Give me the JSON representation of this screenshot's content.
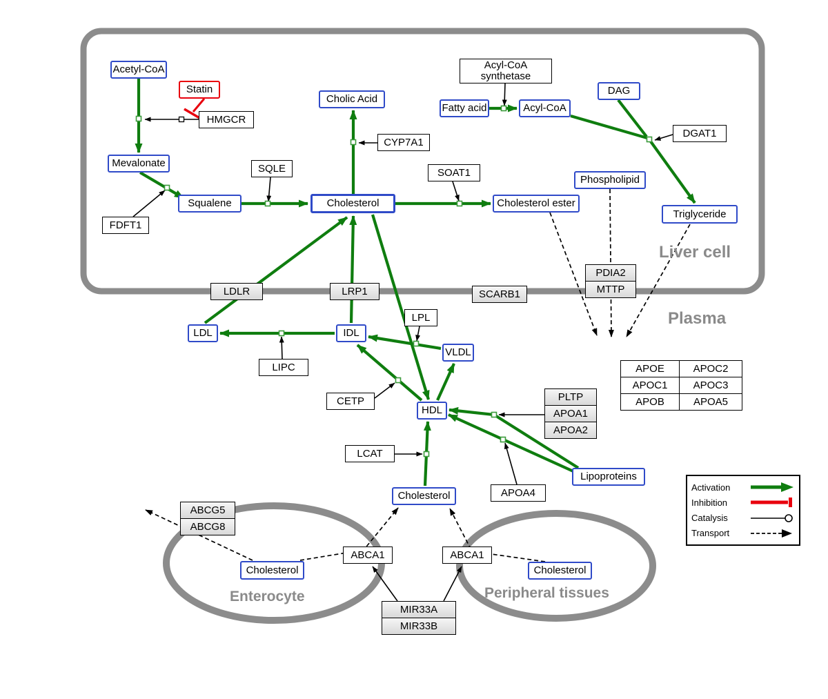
{
  "compartments": {
    "liver": "Liver cell",
    "plasma": "Plasma",
    "enterocyte": "Enterocyte",
    "peripheral": "Peripheral tissues"
  },
  "metabolites": {
    "acetyl_coa": "Acetyl-CoA",
    "mevalonate": "Mevalonate",
    "squalene": "Squalene",
    "cholesterol_liver": "Cholesterol",
    "cholic_acid": "Cholic Acid",
    "fatty_acid": "Fatty acid",
    "acyl_coa": "Acyl-CoA",
    "dag": "DAG",
    "phospholipid": "Phospholipid",
    "cholesterol_ester": "Cholesterol ester",
    "triglyceride": "Triglyceride",
    "ldl": "LDL",
    "idl": "IDL",
    "vldl": "VLDL",
    "hdl": "HDL",
    "cholesterol_plasma": "Cholesterol",
    "lipoproteins": "Lipoproteins",
    "cholesterol_enterocyte": "Cholesterol",
    "cholesterol_peripheral": "Cholesterol"
  },
  "drug": {
    "statin": "Statin"
  },
  "enzymes": {
    "hmgcr": "HMGCR",
    "fdft1": "FDFT1",
    "sqle": "SQLE",
    "cyp7a1": "CYP7A1",
    "soat1": "SOAT1",
    "acyl_coa_synthetase": "Acyl-CoA synthetase",
    "dgat1": "DGAT1",
    "pdia2": "PDIA2",
    "mttp": "MTTP",
    "ldlr": "LDLR",
    "lrp1": "LRP1",
    "scarb1": "SCARB1",
    "lpl": "LPL",
    "lipc": "LIPC",
    "cetp": "CETP",
    "pltp": "PLTP",
    "apoa1": "APOA1",
    "apoa2": "APOA2",
    "lcat": "LCAT",
    "apoa4": "APOA4",
    "abcg5": "ABCG5",
    "abcg8": "ABCG8",
    "abca1_enterocyte": "ABCA1",
    "abca1_peripheral": "ABCA1",
    "mir33a": "MIR33A",
    "mir33b": "MIR33B"
  },
  "apo_table": {
    "r1c1": "APOE",
    "r1c2": "APOC2",
    "r2c1": "APOC1",
    "r2c2": "APOC3",
    "r3c1": "APOB",
    "r3c2": "APOA5"
  },
  "legend": {
    "activation": "Activation",
    "inhibition": "Inhibition",
    "catalysis": "Catalysis",
    "transport": "Transport"
  },
  "colors": {
    "activation": "#0f7d0f",
    "inhibition": "#e8000d",
    "metabolite_border": "#2f4ac8",
    "compartment": "#8c8c8c"
  }
}
